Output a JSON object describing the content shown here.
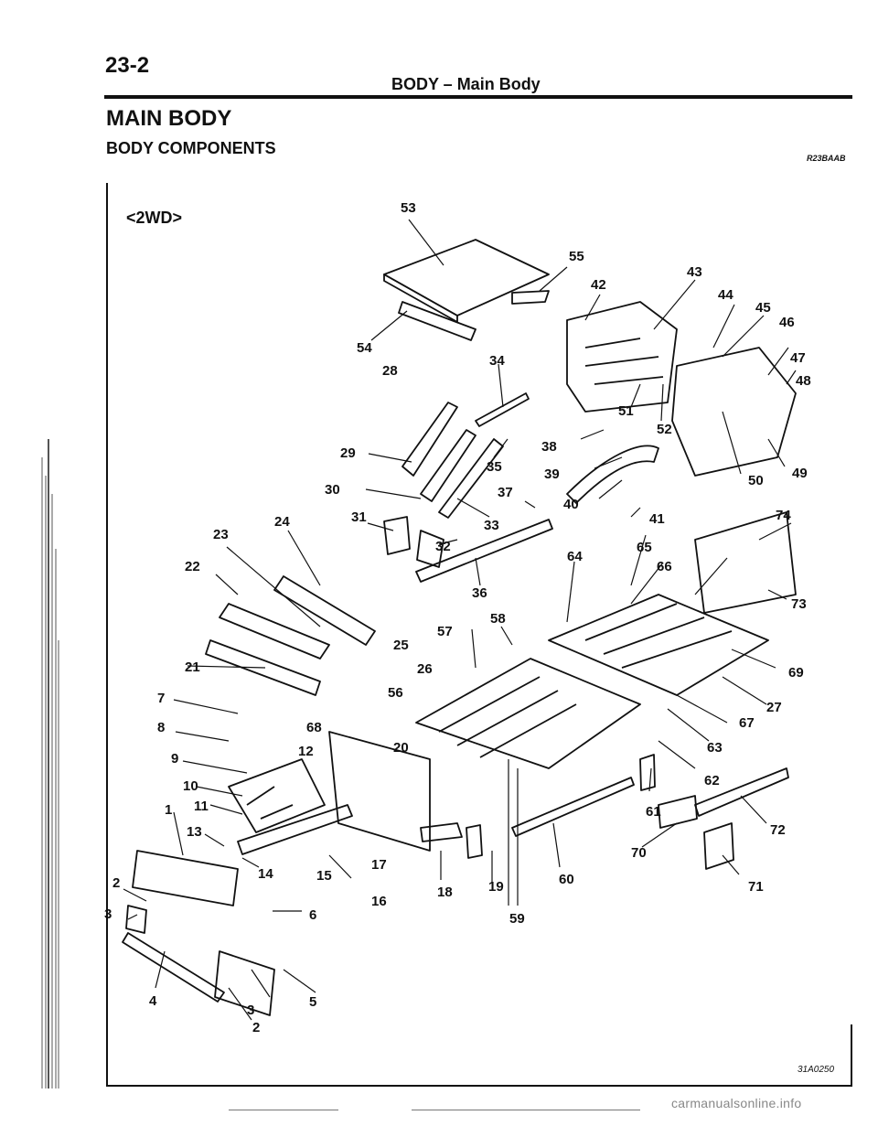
{
  "header": {
    "page_number": "23-2",
    "running_title": "BODY – Main Body"
  },
  "section_title": "MAIN BODY",
  "subsection_title": "BODY COMPONENTS",
  "reference_code": "R23BAAB",
  "variant_label": "<2WD>",
  "figure_code": "31A0250",
  "watermark": "carmanualsonline.info",
  "callouts": [
    "53",
    "55",
    "42",
    "43",
    "44",
    "45",
    "46",
    "47",
    "48",
    "54",
    "28",
    "34",
    "51",
    "52",
    "29",
    "38",
    "35",
    "39",
    "50",
    "49",
    "30",
    "37",
    "40",
    "41",
    "74",
    "31",
    "33",
    "24",
    "23",
    "32",
    "64",
    "65",
    "66",
    "22",
    "36",
    "73",
    "57",
    "58",
    "25",
    "21",
    "26",
    "69",
    "7",
    "56",
    "27",
    "68",
    "8",
    "67",
    "20",
    "12",
    "63",
    "9",
    "62",
    "10",
    "11",
    "1",
    "61",
    "13",
    "72",
    "70",
    "14",
    "15",
    "17",
    "60",
    "2",
    "18",
    "19",
    "16",
    "71",
    "6",
    "3",
    "59",
    "5",
    "4",
    "3",
    "2"
  ]
}
